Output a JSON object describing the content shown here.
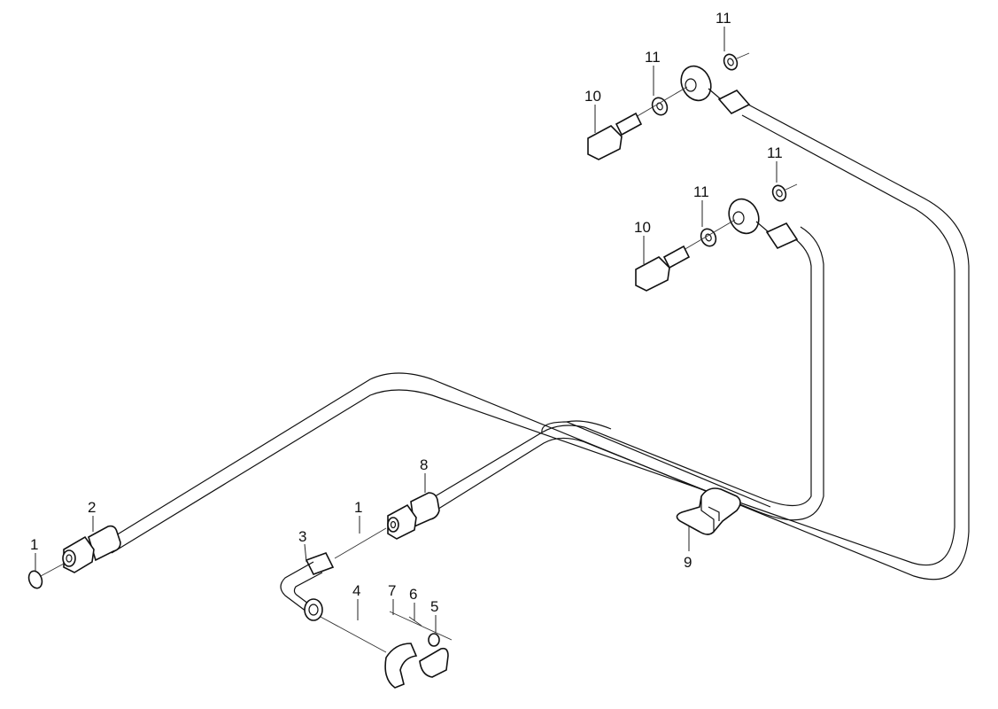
{
  "callouts": [
    {
      "id": "c1a",
      "label": "1"
    },
    {
      "id": "c2",
      "label": "2"
    },
    {
      "id": "c3",
      "label": "3"
    },
    {
      "id": "c1b",
      "label": "1"
    },
    {
      "id": "c4",
      "label": "4"
    },
    {
      "id": "c7",
      "label": "7"
    },
    {
      "id": "c6",
      "label": "6"
    },
    {
      "id": "c5",
      "label": "5"
    },
    {
      "id": "c8",
      "label": "8"
    },
    {
      "id": "c9",
      "label": "9"
    },
    {
      "id": "c10a",
      "label": "10"
    },
    {
      "id": "c11a",
      "label": "11"
    },
    {
      "id": "c11b",
      "label": "11"
    },
    {
      "id": "c10b",
      "label": "10"
    },
    {
      "id": "c11c",
      "label": "11"
    },
    {
      "id": "c11d",
      "label": "11"
    }
  ],
  "colors": {
    "ink": "#111111",
    "background": "#ffffff"
  }
}
